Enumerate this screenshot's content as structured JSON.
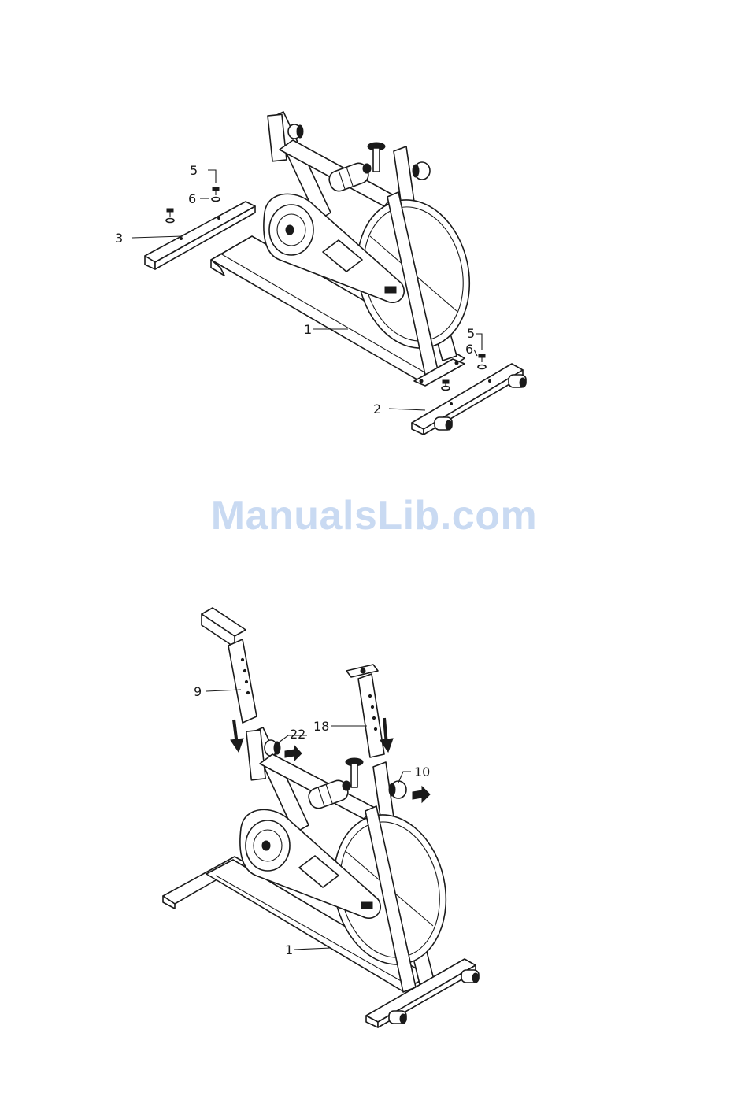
{
  "watermark": {
    "text": "ManualsLib.com",
    "color": "#c9daf2"
  },
  "figure_top": {
    "callouts": [
      {
        "id": "callout-5-left",
        "label": "5"
      },
      {
        "id": "callout-6-left",
        "label": "6"
      },
      {
        "id": "callout-3",
        "label": "3"
      },
      {
        "id": "callout-1-top",
        "label": "1"
      },
      {
        "id": "callout-5-right",
        "label": "5"
      },
      {
        "id": "callout-6-right",
        "label": "6"
      },
      {
        "id": "callout-2",
        "label": "2"
      }
    ]
  },
  "figure_bottom": {
    "callouts": [
      {
        "id": "callout-9",
        "label": "9"
      },
      {
        "id": "callout-22",
        "label": "22"
      },
      {
        "id": "callout-18",
        "label": "18"
      },
      {
        "id": "callout-10",
        "label": "10"
      },
      {
        "id": "callout-1-bottom",
        "label": "1"
      }
    ]
  }
}
